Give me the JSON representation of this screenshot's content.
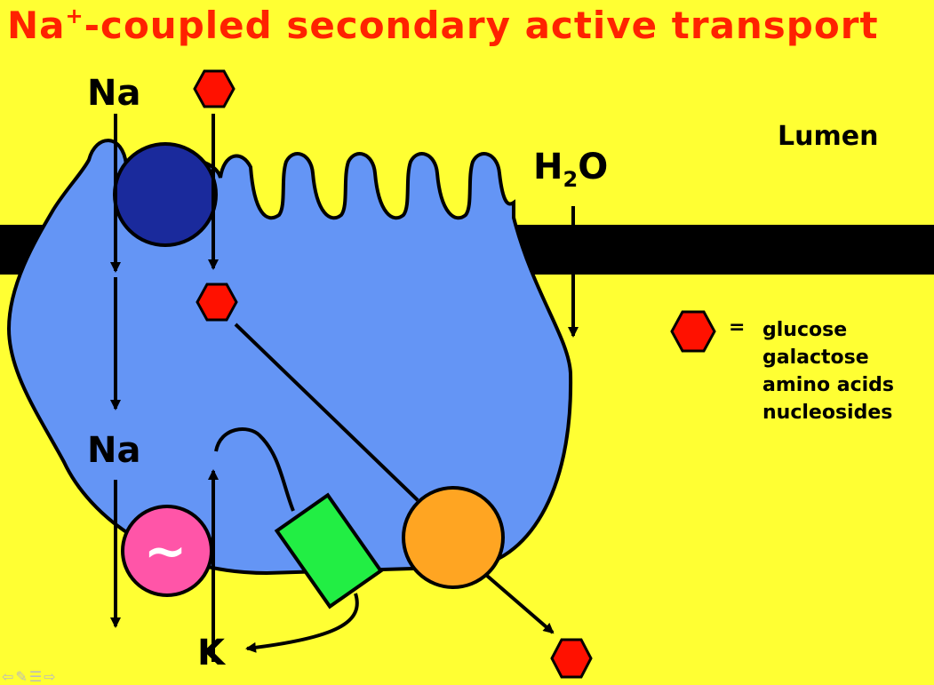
{
  "title": {
    "prefix": "Na",
    "superscript": "+",
    "rest": "-coupled secondary active transport",
    "color": "#FF2200"
  },
  "labels": {
    "na_top": "Na",
    "na_bottom": "Na",
    "lumen": "Lumen",
    "water_h": "H",
    "water_sub": "2",
    "water_o": "O",
    "k": "K",
    "pump_symbol": "~"
  },
  "legend": {
    "equals": "=",
    "items": [
      "glucose",
      "galactose",
      "amino acids",
      "nucleosides"
    ]
  },
  "colors": {
    "background": "#FFFF33",
    "cell": "#6495F5",
    "membrane": "#000000",
    "cotransporter": "#1A2A9C",
    "pump": "#FF55A8",
    "channel": "#22EE44",
    "transporter": "#FFA522",
    "solute": "#FF1100"
  },
  "nav_icons": [
    "back-arrow-icon",
    "pen-icon",
    "menu-icon",
    "forward-arrow-icon"
  ]
}
